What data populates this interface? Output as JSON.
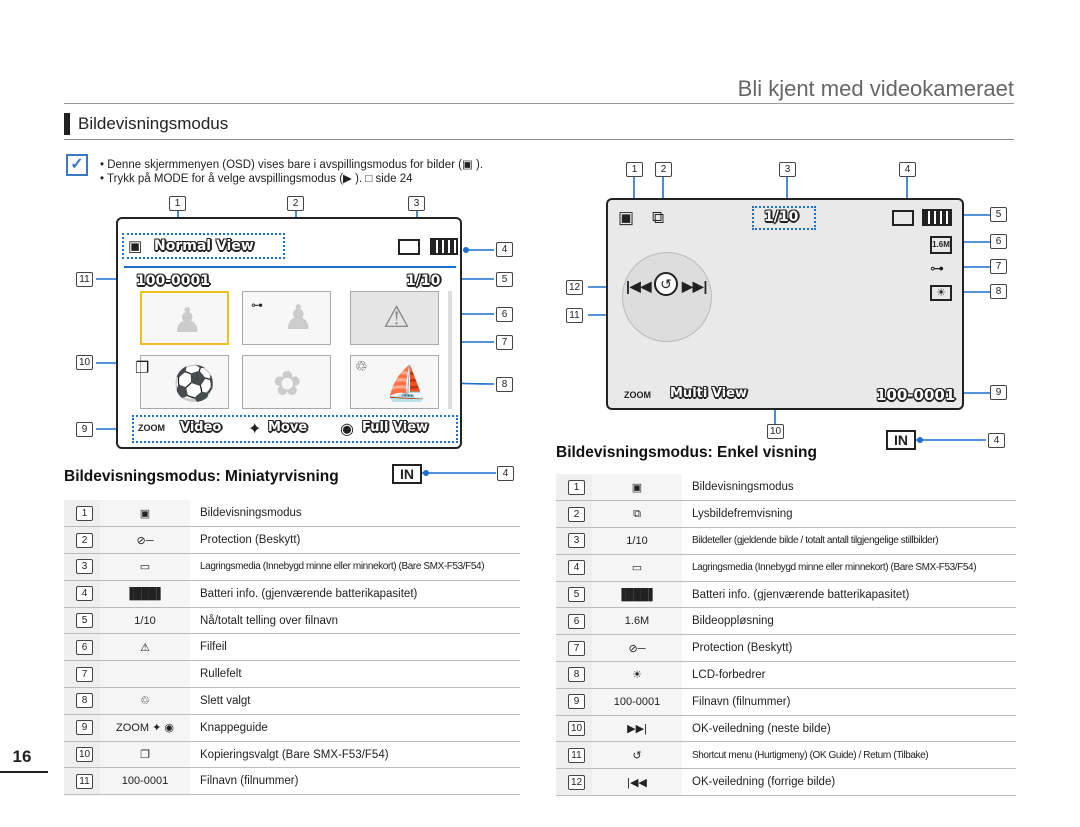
{
  "header": {
    "chapter_title": "Bli kjent med videokameraet",
    "section_title": "Bildevisningsmodus"
  },
  "notes": [
    "Denne skjermmenyen (OSD) vises bare i avspillingsmodus for bilder (▣ ).",
    "Trykk på MODE for å velge avspillingsmodus (▶ ). □ side 24"
  ],
  "left_screen": {
    "mode_label": "Normal View",
    "filename": "100-0001",
    "counter": "1/10",
    "guide": {
      "zoom": "ZOOM",
      "video": "Video",
      "move": "Move",
      "full_view": "Full View"
    },
    "callouts": [
      "1",
      "2",
      "3",
      "4",
      "5",
      "6",
      "7",
      "8",
      "9",
      "10",
      "11"
    ]
  },
  "right_screen": {
    "counter": "1/10",
    "zoom": "ZOOM",
    "multi_view": "Multi View",
    "filename": "100-0001",
    "callouts": [
      "1",
      "2",
      "3",
      "4",
      "5",
      "6",
      "7",
      "8",
      "9",
      "10",
      "11",
      "12"
    ]
  },
  "left_subtitle": "Bildevisningsmodus: Miniatyrvisning",
  "right_subtitle": "Bildevisningsmodus: Enkel visning",
  "in_badge": "IN",
  "left_legend": [
    {
      "num": "1",
      "icon": "photo-mode-icon",
      "glyph": "▣",
      "text": "Bildevisningsmodus"
    },
    {
      "num": "2",
      "icon": "key-icon",
      "glyph": "⊘─",
      "text": "Protection (Beskytt)"
    },
    {
      "num": "3",
      "icon": "storage-icon",
      "glyph": "▭",
      "text": "Lagringsmedia (Innebygd minne eller minnekort) (Bare SMX-F53/F54)"
    },
    {
      "num": "4",
      "icon": "battery-icon",
      "glyph": "▐███▌",
      "text": "Batteri info. (gjenværende batterikapasitet)"
    },
    {
      "num": "5",
      "icon": "counter-icon",
      "glyph": "1/10",
      "text": "Nå/totalt telling over filnavn"
    },
    {
      "num": "6",
      "icon": "warning-icon",
      "glyph": "⚠",
      "text": "Filfeil"
    },
    {
      "num": "7",
      "icon": "",
      "glyph": "",
      "text": "Rullefelt"
    },
    {
      "num": "8",
      "icon": "trash-icon",
      "glyph": "♲",
      "text": "Slett valgt"
    },
    {
      "num": "9",
      "icon": "button-guide-icon",
      "glyph": "ZOOM ✦ ◉",
      "text": "Knappeguide"
    },
    {
      "num": "10",
      "icon": "copy-icon",
      "glyph": "❐",
      "text": "Kopieringsvalgt (Bare SMX-F53/F54)"
    },
    {
      "num": "11",
      "icon": "filename-icon",
      "glyph": "100-0001",
      "text": "Filnavn (filnummer)"
    }
  ],
  "right_legend": [
    {
      "num": "1",
      "icon": "photo-mode-icon",
      "glyph": "▣",
      "text": "Bildevisningsmodus"
    },
    {
      "num": "2",
      "icon": "slideshow-icon",
      "glyph": "⧉",
      "text": "Lysbildefremvisning"
    },
    {
      "num": "3",
      "icon": "counter-icon",
      "glyph": "1/10",
      "text": "Bildeteller (gjeldende bilde / totalt antall tilgjengelige stillbilder)"
    },
    {
      "num": "4",
      "icon": "storage-icon",
      "glyph": "▭",
      "text": "Lagringsmedia (Innebygd minne eller minnekort) (Bare SMX-F53/F54)"
    },
    {
      "num": "5",
      "icon": "battery-icon",
      "glyph": "▐███▌",
      "text": "Batteri info. (gjenværende batterikapasitet)"
    },
    {
      "num": "6",
      "icon": "resolution-icon",
      "glyph": "1.6M",
      "text": "Bildeoppløsning"
    },
    {
      "num": "7",
      "icon": "key-icon",
      "glyph": "⊘─",
      "text": "Protection (Beskytt)"
    },
    {
      "num": "8",
      "icon": "lcd-enhancer-icon",
      "glyph": "☀",
      "text": "LCD-forbedrer"
    },
    {
      "num": "9",
      "icon": "filename-icon",
      "glyph": "100-0001",
      "text": "Filnavn (filnummer)"
    },
    {
      "num": "10",
      "icon": "next-icon",
      "glyph": "▶▶|",
      "text": "OK-veiledning (neste bilde)"
    },
    {
      "num": "11",
      "icon": "return-icon",
      "glyph": "↺",
      "text": "Shortcut menu (Hurtigmeny) (OK Guide) / Return (Tilbake)"
    },
    {
      "num": "12",
      "icon": "previous-icon",
      "glyph": "|◀◀",
      "text": "OK-veiledning (forrige bilde)"
    }
  ],
  "page_number": "16"
}
